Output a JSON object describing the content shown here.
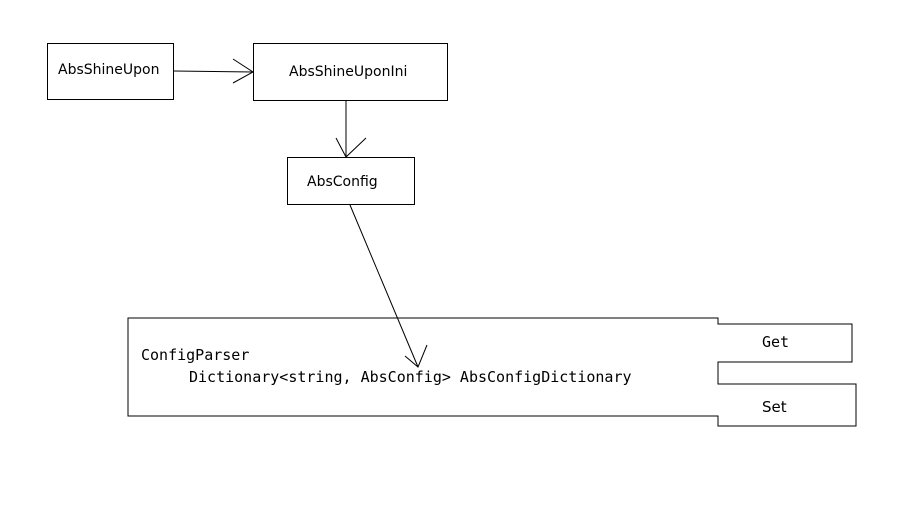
{
  "nodes": {
    "abs_shine_upon": "AbsShineUpon",
    "abs_shine_upon_ini": "AbsShineUponIni",
    "abs_config": "AbsConfig"
  },
  "config_parser": {
    "title": "ConfigParser",
    "field": "Dictionary<string, AbsConfig> AbsConfigDictionary",
    "get_label": "Get",
    "set_label": "Set"
  }
}
